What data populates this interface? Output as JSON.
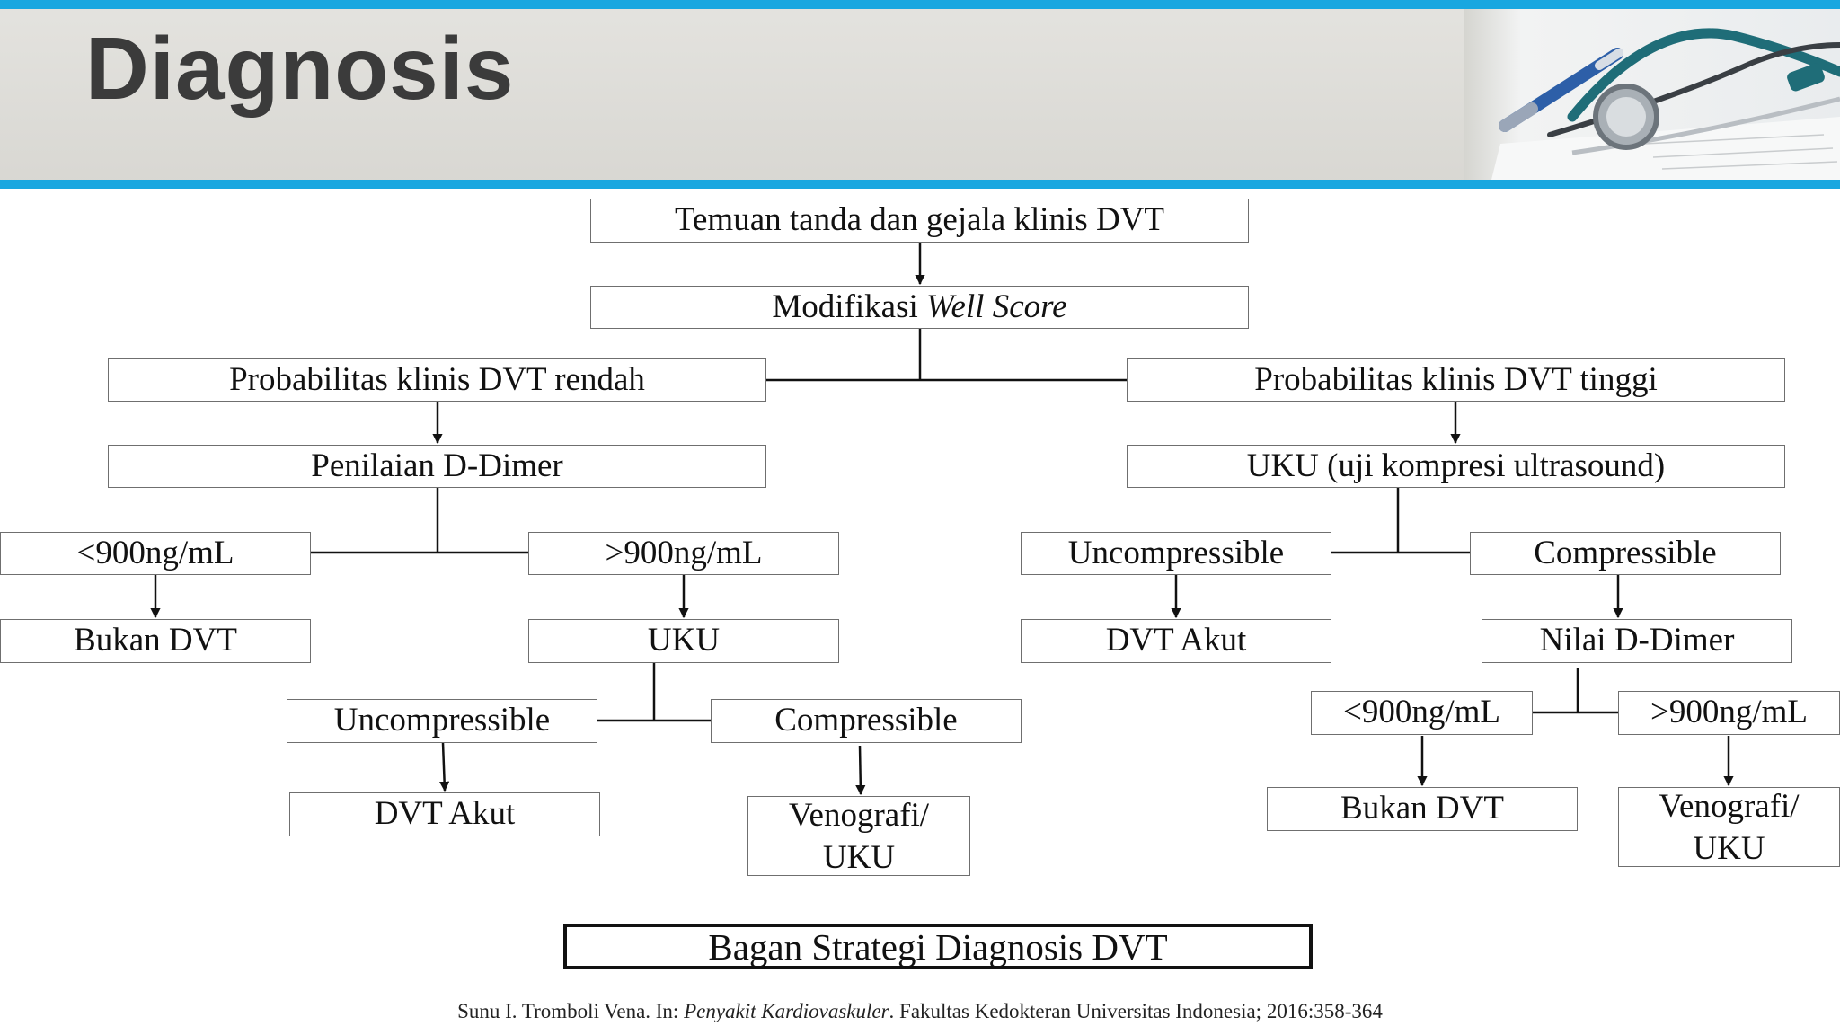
{
  "slide": {
    "title": "Diagnosis"
  },
  "flowchart": {
    "start": "Temuan tanda dan gejala klinis DVT",
    "well_score_prefix": "Modifikasi ",
    "well_score_italic": "Well Score",
    "low_prob": "Probabilitas klinis DVT rendah",
    "high_prob": "Probabilitas klinis DVT tinggi",
    "ddimer": "Penilaian D-Dimer",
    "uku_full": "UKU (uji kompresi ultrasound)",
    "left_lt900": "<900ng/mL",
    "left_gt900": ">900ng/mL",
    "left_bukan_dvt": "Bukan DVT",
    "left_uku": "UKU",
    "left_uncomp": "Uncompressible",
    "left_comp": "Compressible",
    "left_dvt_akut": "DVT Akut",
    "left_veno_line1": "Venografi/",
    "left_veno_line2": "UKU",
    "right_uncomp": "Uncompressible",
    "right_comp": "Compressible",
    "right_dvt_akut": "DVT Akut",
    "right_nilai_ddimer": "Nilai D-Dimer",
    "right_lt900": "<900ng/mL",
    "right_gt900": ">900ng/mL",
    "right_bukan_dvt": "Bukan DVT",
    "right_veno_line1": "Venografi/",
    "right_veno_line2": "UKU"
  },
  "caption": "Bagan Strategi Diagnosis DVT",
  "citation": {
    "prefix": "Sunu I. Tromboli Vena. In: ",
    "italic": "Penyakit Kardiovaskuler",
    "suffix": ". Fakultas Kedokteran Universitas Indonesia; 2016:358-364"
  }
}
